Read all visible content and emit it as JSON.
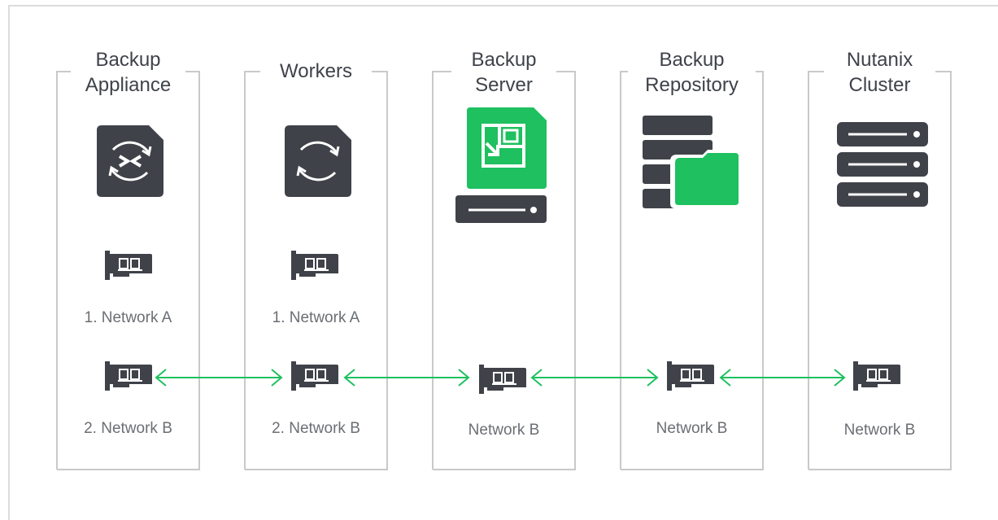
{
  "colors": {
    "accent_green": "#1ec05f",
    "icon_dark": "#3f4249",
    "border": "#c9c9c9",
    "label_gray": "#6b6e73"
  },
  "columns": [
    {
      "title_line1": "Backup",
      "title_line2": "Appliance",
      "icon": "nutanix-backup-appliance-icon",
      "nics": [
        {
          "label": "1. Network A"
        },
        {
          "label": "2. Network B"
        }
      ]
    },
    {
      "title_line1": "Workers",
      "title_line2": "",
      "icon": "worker-sync-icon",
      "nics": [
        {
          "label": "1. Network A"
        },
        {
          "label": "2. Network B"
        }
      ]
    },
    {
      "title_line1": "Backup",
      "title_line2": "Server",
      "icon": "veeam-backup-server-icon",
      "nics": [
        {
          "label": "Network B"
        }
      ]
    },
    {
      "title_line1": "Backup",
      "title_line2": "Repository",
      "icon": "repository-storage-icon",
      "nics": [
        {
          "label": "Network B"
        }
      ]
    },
    {
      "title_line1": "Nutanix",
      "title_line2": "Cluster",
      "icon": "server-stack-icon",
      "nics": [
        {
          "label": "Network B"
        }
      ]
    }
  ],
  "connections": [
    {
      "from": "Backup Appliance",
      "to": "Workers",
      "network": "Network B",
      "bidirectional": true
    },
    {
      "from": "Workers",
      "to": "Backup Server",
      "network": "Network B",
      "bidirectional": true
    },
    {
      "from": "Backup Server",
      "to": "Backup Repository",
      "network": "Network B",
      "bidirectional": true
    },
    {
      "from": "Backup Repository",
      "to": "Nutanix Cluster",
      "network": "Network B",
      "bidirectional": true
    }
  ]
}
